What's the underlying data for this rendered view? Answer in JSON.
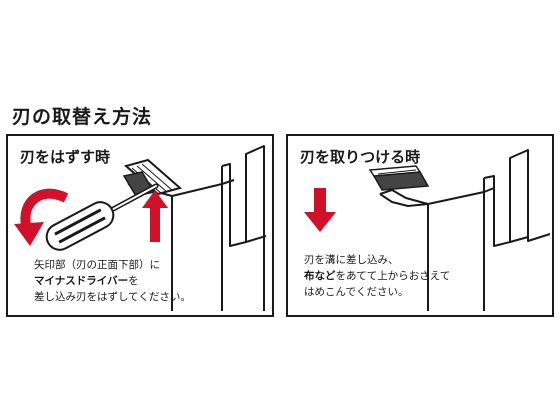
{
  "page_title": "刃の取替え方法",
  "panels": [
    {
      "title": "刃をはずす時",
      "caption": [
        "矢印部（刃の正面下部）に",
        "マイナスドライバー",
        "を",
        "差し込み刃をはずしてください。"
      ]
    },
    {
      "title": "刃を取りつける時",
      "caption": [
        "刃を溝に差し込み、",
        "布など",
        "をあてて上からおさえて",
        "はめこんでください。"
      ]
    }
  ],
  "colors": {
    "arrow_red": "#d1102a",
    "ink": "#1a1a1a",
    "blade_gray": "#555555"
  }
}
